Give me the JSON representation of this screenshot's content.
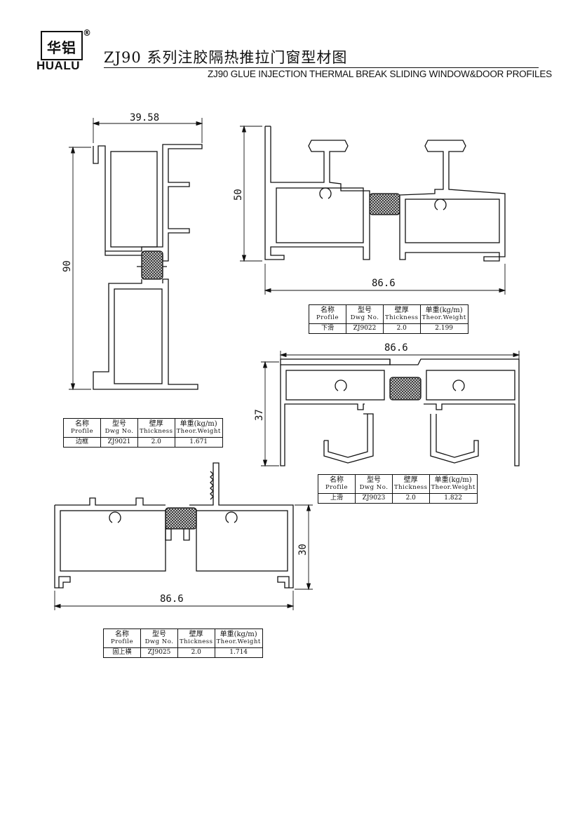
{
  "header": {
    "logo_cn": "华铝",
    "logo_en": "HUALU",
    "registered_mark": "®",
    "title_cn": "ZJ90 系列注胶隔热推拉门窗型材图",
    "title_en": "ZJ90 GLUE INJECTION THERMAL BREAK SLIDING WINDOW&DOOR PROFILES"
  },
  "dimensions": {
    "side_frame_width": "39.58",
    "side_frame_height": "90",
    "bottom_rail_height": "50",
    "bottom_rail_width": "86.6",
    "top_rail_width": "86.6",
    "top_rail_height": "37",
    "fixed_top_width": "86.6",
    "fixed_top_height": "30"
  },
  "table_headers": {
    "profile_cn": "名称",
    "profile_en": "Profile",
    "dwg_cn": "型号",
    "dwg_en": "Dwg No.",
    "thick_cn": "壁厚",
    "thick_en": "Thickness",
    "weight_cn": "单重(kg/m)",
    "weight_en": "Theor.Weight"
  },
  "profiles": [
    {
      "name": "下滑",
      "dwg_no": "ZJ9022",
      "thickness": "2.0",
      "weight": "2.199"
    },
    {
      "name": "边框",
      "dwg_no": "ZJ9021",
      "thickness": "2.0",
      "weight": "1.671"
    },
    {
      "name": "上滑",
      "dwg_no": "ZJ9023",
      "thickness": "2.0",
      "weight": "1.822"
    },
    {
      "name": "固上横",
      "dwg_no": "ZJ9025",
      "thickness": "2.0",
      "weight": "1.714"
    }
  ]
}
